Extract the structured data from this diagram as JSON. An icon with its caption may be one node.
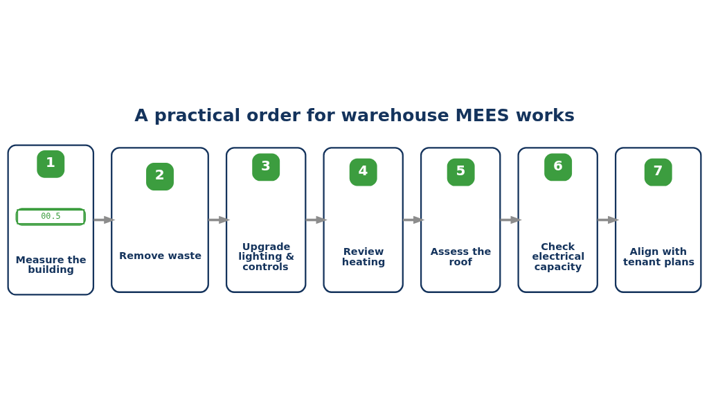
{
  "diagram": {
    "title": "A practical order for warehouse MEES works",
    "nodes": [
      {
        "text": [
          "1",
          "00.5",
          "Measure the building"
        ]
      },
      {
        "text": [
          "2",
          "Remove waste"
        ]
      },
      {
        "text": [
          "3",
          "Upgrade lighting & controls"
        ]
      },
      {
        "text": [
          "4",
          "Review heating"
        ]
      },
      {
        "text": [
          "5",
          "Assess the roof"
        ]
      },
      {
        "text": [
          "6",
          "Check electrical capacity"
        ]
      },
      {
        "text": [
          "7",
          "Align with tenant plans"
        ]
      }
    ],
    "edges": [
      {
        "from": 0,
        "to": 1,
        "arrow": "to"
      },
      {
        "from": 1,
        "to": 2,
        "arrow": "to"
      },
      {
        "from": 2,
        "to": 3,
        "arrow": "to"
      },
      {
        "from": 3,
        "to": 4,
        "arrow": "to"
      },
      {
        "from": 4,
        "to": 5,
        "arrow": "to"
      },
      {
        "from": 5,
        "to": 6,
        "arrow": "to"
      }
    ]
  }
}
